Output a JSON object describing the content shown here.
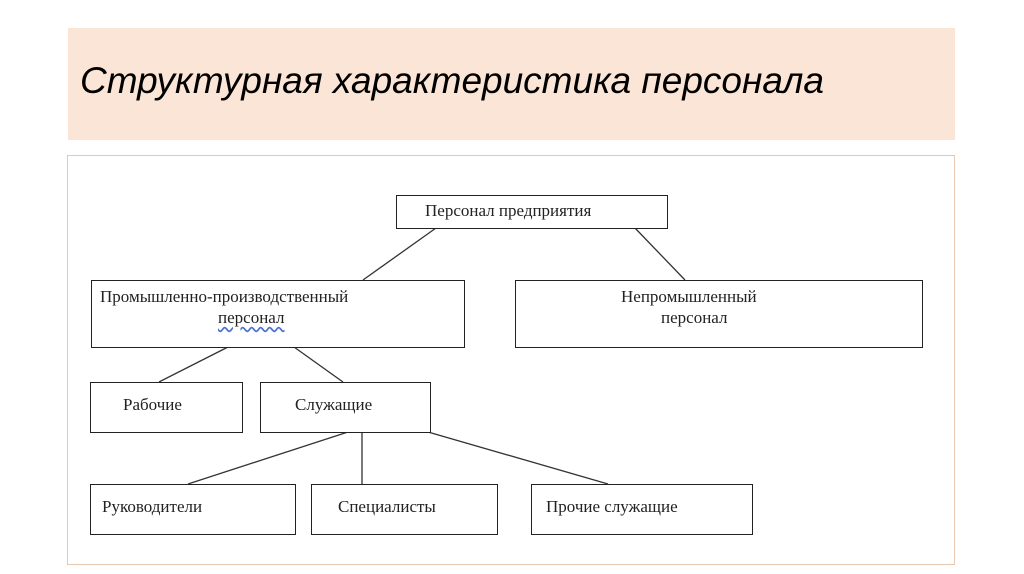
{
  "title": "Структурная характеристика персонала",
  "diagram": {
    "root": "Персонал предприятия",
    "industrial": {
      "line1": "Промышленно-производственный",
      "line2": "персонал"
    },
    "non_industrial": {
      "line1": "Непромышленный",
      "line2": "персонал"
    },
    "workers": "Рабочие",
    "employees": "Служащие",
    "managers": "Руководители",
    "specialists": "Специалисты",
    "other_employees": "Прочие служащие"
  }
}
